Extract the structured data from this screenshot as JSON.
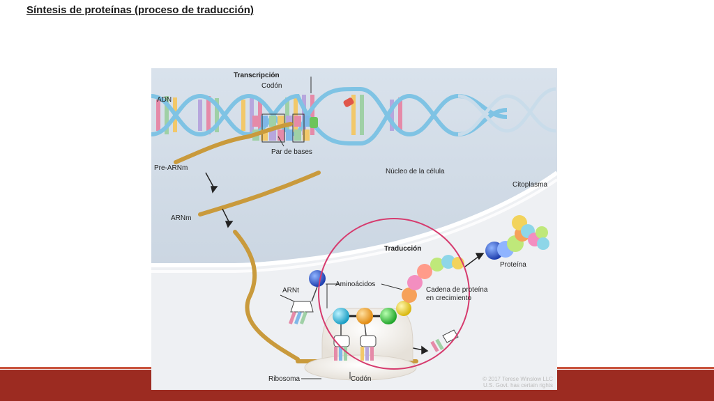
{
  "slide": {
    "title": "Síntesis de proteínas (proceso de traducción)"
  },
  "diagram": {
    "labels": {
      "transcription": "Transcripción",
      "codon_top": "Codón",
      "dna": "ADN",
      "base_pair": "Par de bases",
      "pre_mrna": "Pre-ARNm",
      "nucleus": "Núcleo de la célula",
      "cytoplasm": "Citoplasma",
      "mrna": "ARNm",
      "translation": "Traducción",
      "protein": "Proteína",
      "amino_acids": "Aminoácidos",
      "trna": "ARNt",
      "growing_chain_1": "Cadena de proteína",
      "growing_chain_2": "en crecimiento",
      "ribosome": "Ribosoma",
      "codon_bottom": "Codón"
    },
    "credit": [
      "© 2017 Terese Winslow LLC",
      "U.S. Govt. has certain rights"
    ],
    "colors": {
      "highlight_circle": "#d63b6e",
      "band": "#9c2b21"
    }
  }
}
